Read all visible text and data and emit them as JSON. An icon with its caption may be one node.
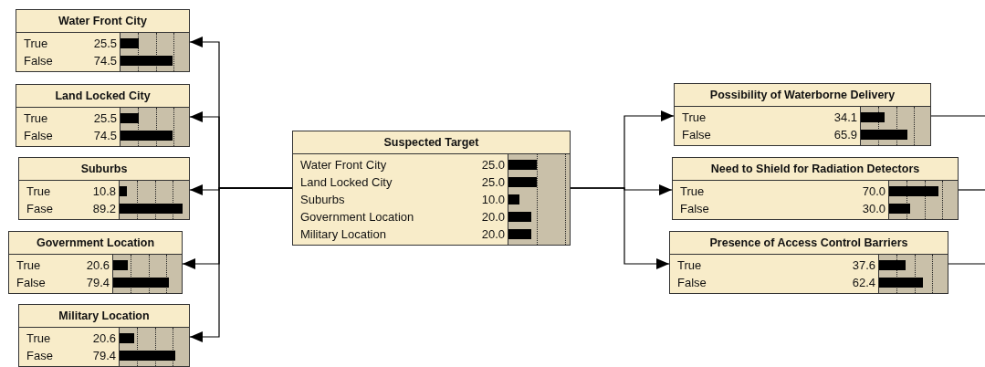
{
  "diagram": {
    "nodes": [
      {
        "text": [
          "Water Front City",
          "True",
          "25.5",
          "False",
          "74.5"
        ]
      },
      {
        "text": [
          "Land Locked City",
          "True",
          "25.5",
          "False",
          "74.5"
        ]
      },
      {
        "text": [
          "Suburbs",
          "True",
          "10.8",
          "Fase",
          "89.2"
        ]
      },
      {
        "text": [
          "Government Location",
          "True",
          "20.6",
          "False",
          "79.4"
        ]
      },
      {
        "text": [
          "Military Location",
          "True",
          "20.6",
          "Fase",
          "79.4"
        ]
      },
      {
        "text": [
          "Suspected Target",
          "Water Front City",
          "25.0",
          "Land Locked City",
          "25.0",
          "Suburbs",
          "10.0",
          "Government Location",
          "20.0",
          "Military Location",
          "20.0"
        ]
      },
      {
        "text": [
          "Possibility of Waterborne Delivery",
          "True",
          "34.1",
          "False",
          "65.9"
        ]
      },
      {
        "text": [
          "Need to Shield for Radiation Detectors",
          "True",
          "70.0",
          "False",
          "30.0"
        ]
      },
      {
        "text": [
          "Presence of Access Control Barriers",
          "True",
          "37.6",
          "False",
          "62.4"
        ]
      }
    ],
    "edges": [
      {
        "from": 5,
        "to": 0,
        "arrow": "to"
      },
      {
        "from": 5,
        "to": 1,
        "arrow": "to"
      },
      {
        "from": 5,
        "to": 2,
        "arrow": "to"
      },
      {
        "from": 5,
        "to": 3,
        "arrow": "to"
      },
      {
        "from": 5,
        "to": 4,
        "arrow": "to"
      },
      {
        "from": 5,
        "to": 6,
        "arrow": "to"
      },
      {
        "from": 5,
        "to": 7,
        "arrow": "to"
      },
      {
        "from": 5,
        "to": 8,
        "arrow": "to"
      },
      {
        "from": 6,
        "to": null,
        "arrow": "none"
      },
      {
        "from": 7,
        "to": null,
        "arrow": "none"
      },
      {
        "from": 8,
        "to": null,
        "arrow": "none"
      }
    ]
  }
}
